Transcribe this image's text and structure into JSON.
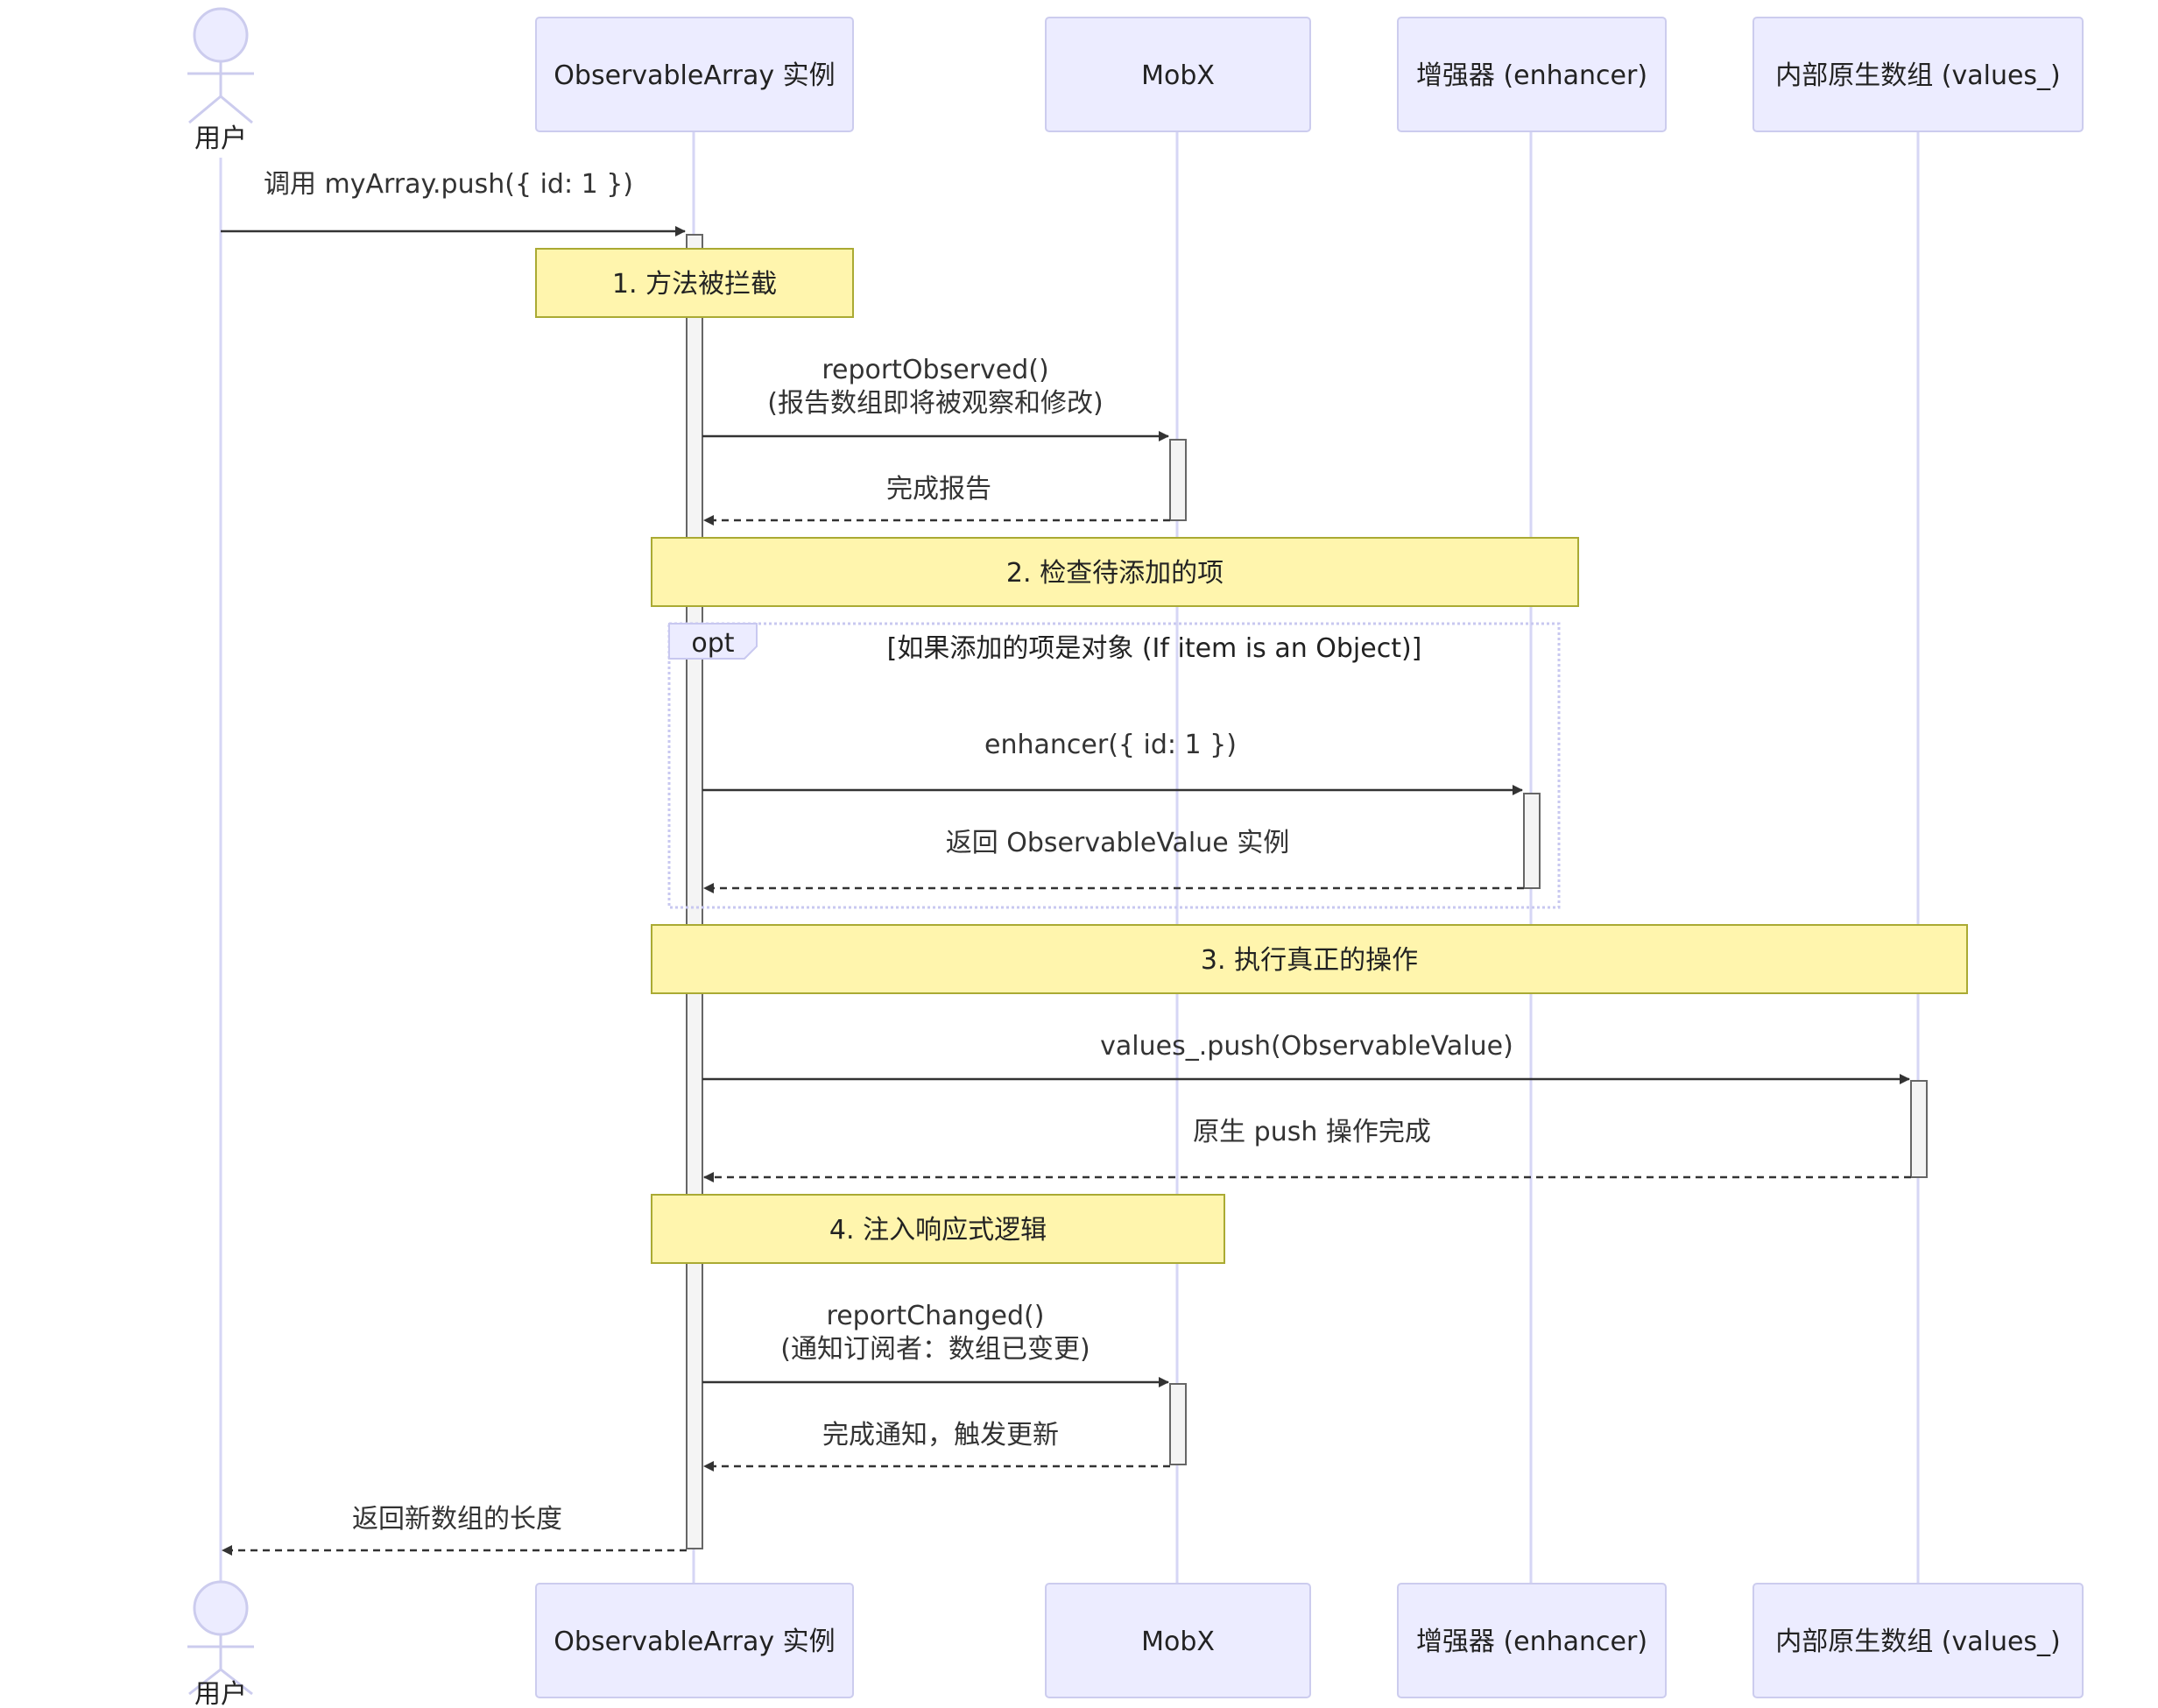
{
  "participants": {
    "user": "用户",
    "array": "ObservableArray 实例",
    "mobx": "MobX",
    "enhancer": "增强器 (enhancer)",
    "values": "内部原生数组 (values_)"
  },
  "messages": {
    "m1": "调用 myArray.push({ id: 1 })",
    "m2_line1": "reportObserved()",
    "m2_line2": "(报告数组即将被观察和修改)",
    "m3": "完成报告",
    "m4": "enhancer({ id: 1 })",
    "m5": "返回 ObservableValue 实例",
    "m6": "values_.push(ObservableValue)",
    "m7": "原生 push 操作完成",
    "m8_line1": "reportChanged()",
    "m8_line2": "(通知订阅者：数组已变更)",
    "m9": "完成通知，触发更新",
    "m10": "返回新数组的长度"
  },
  "notes": {
    "n1": "1. 方法被拦截",
    "n2": "2. 检查待添加的项",
    "n3": "3. 执行真正的操作",
    "n4": "4. 注入响应式逻辑"
  },
  "opt": {
    "label": "opt",
    "condition": "[如果添加的项是对象 (If item is an Object)]"
  },
  "colors": {
    "participant_fill": "#ECECFF",
    "participant_stroke": "#CCCCEE",
    "lifeline": "#D6D6F5",
    "note_fill": "#FFF5AD",
    "note_stroke": "#AAAA33",
    "arrow": "#333333",
    "activation_fill": "#F4F4F4",
    "activation_stroke": "#666666"
  }
}
